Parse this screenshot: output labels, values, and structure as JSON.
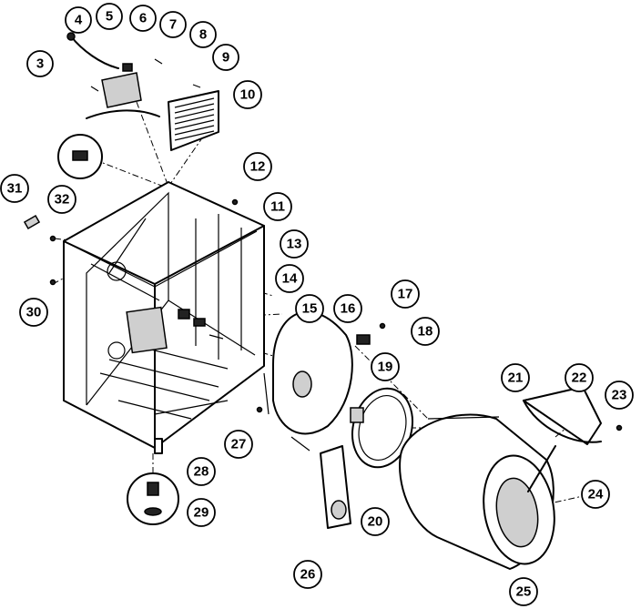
{
  "callouts": [
    "3",
    "4",
    "5",
    "6",
    "7",
    "8",
    "9",
    "10",
    "11",
    "12",
    "13",
    "14",
    "15",
    "16",
    "17",
    "18",
    "19",
    "20",
    "21",
    "22",
    "23",
    "24",
    "25",
    "26",
    "27",
    "28",
    "29",
    "30",
    "31",
    "32"
  ],
  "colors": {
    "ink": "#000000",
    "paper": "#ffffff",
    "shade": "#cfcfcf"
  }
}
